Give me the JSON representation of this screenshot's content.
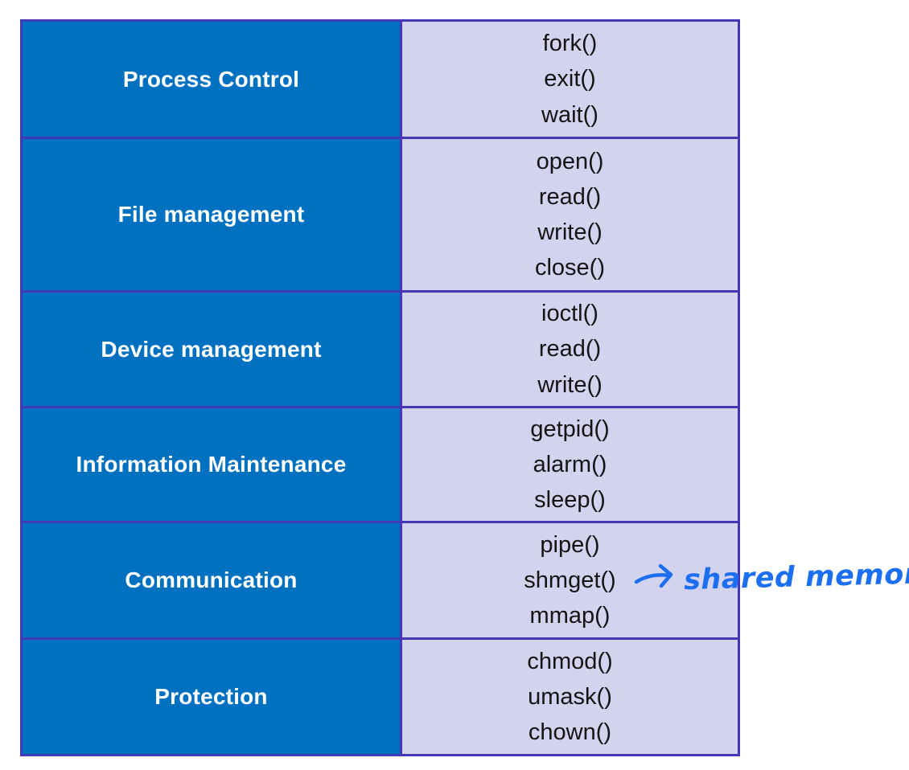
{
  "page": {
    "background_color": "#ffffff"
  },
  "table": {
    "border_color": "#4338b8",
    "category_bg_color": "#0070c0",
    "category_text_color": "#ffffff",
    "calls_bg_color": "#d3d2ef",
    "calls_text_color": "#141414",
    "rows": [
      {
        "category": "Process Control",
        "calls": [
          "fork()",
          "exit()",
          "wait()"
        ]
      },
      {
        "category": "File management",
        "calls": [
          "open()",
          "read()",
          "write()",
          "close()"
        ]
      },
      {
        "category": "Device management",
        "calls": [
          "ioctl()",
          "read()",
          "write()"
        ]
      },
      {
        "category": "Information Maintenance",
        "calls": [
          "getpid()",
          "alarm()",
          "sleep()"
        ]
      },
      {
        "category": "Communication",
        "calls": [
          "pipe()",
          "shmget()",
          "mmap()"
        ]
      },
      {
        "category": "Protection",
        "calls": [
          "chmod()",
          "umask()",
          "chown()"
        ]
      }
    ]
  },
  "annotation": {
    "arrow_icon": "right-arrow",
    "text": "shared memory",
    "color": "#1d6ff2",
    "points_to": "shmget()"
  }
}
